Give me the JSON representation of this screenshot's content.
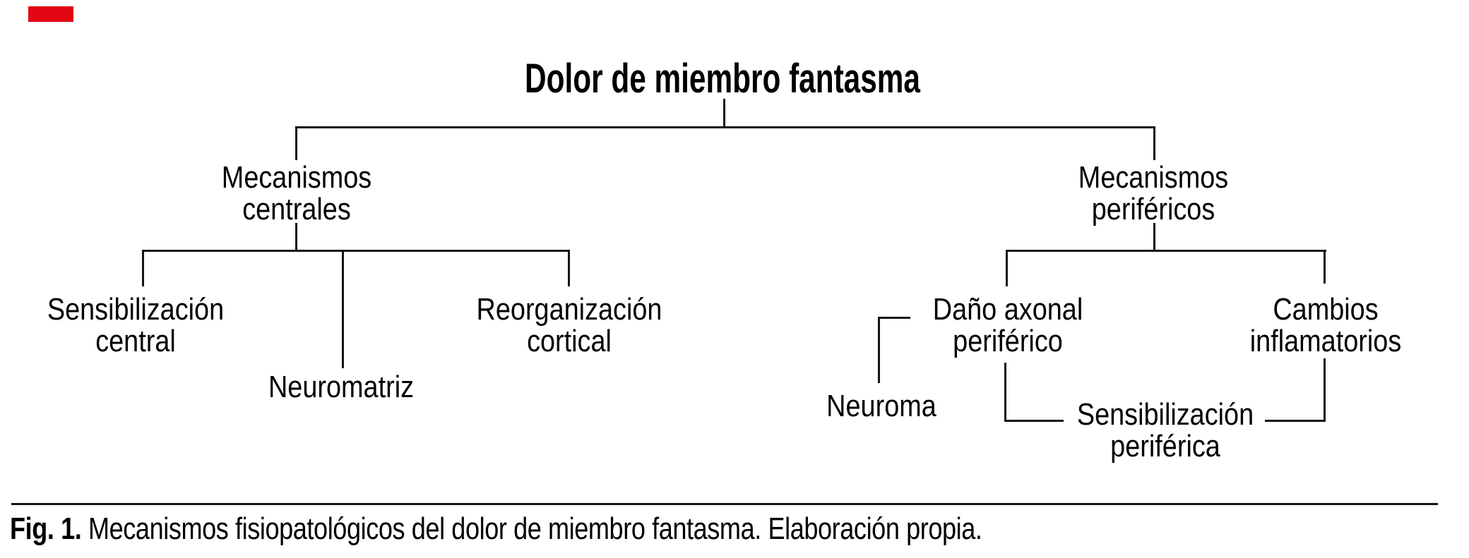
{
  "figure": {
    "type": "tree-diagram",
    "caption": {
      "label": "Fig. 1.",
      "text": " Mecanismos fisiopatológicos del dolor de miembro fantasma. Elaboración propia."
    }
  },
  "colors": {
    "background": "#ffffff",
    "line": "#141414",
    "text": "#000000",
    "marker": "#e30613"
  },
  "nodes": {
    "root": "Dolor de miembro fantasma",
    "central": [
      "Mecanismos",
      "centrales"
    ],
    "peripheral": [
      "Mecanismos",
      "periféricos"
    ],
    "sens_central": [
      "Sensibilización",
      "central"
    ],
    "neuromatriz": [
      "Neuromatriz"
    ],
    "reorganizacion": [
      "Reorganización",
      "cortical"
    ],
    "dano_axonal": [
      "Daño axonal",
      "periférico"
    ],
    "cambios": [
      "Cambios",
      "inflamatorios"
    ],
    "neuroma": [
      "Neuroma"
    ],
    "sens_periferica": [
      "Sensibilización",
      "periférica"
    ]
  },
  "tree": {
    "root": "Dolor de miembro fantasma",
    "branches": [
      {
        "label": "Mecanismos centrales",
        "children": [
          "Sensibilización central",
          "Neuromatriz",
          "Reorganización cortical"
        ]
      },
      {
        "label": "Mecanismos periféricos",
        "children": [
          "Daño axonal periférico",
          "Cambios inflamatorios"
        ],
        "linked_nodes": [
          "Neuroma",
          "Sensibilización periférica"
        ]
      }
    ]
  }
}
